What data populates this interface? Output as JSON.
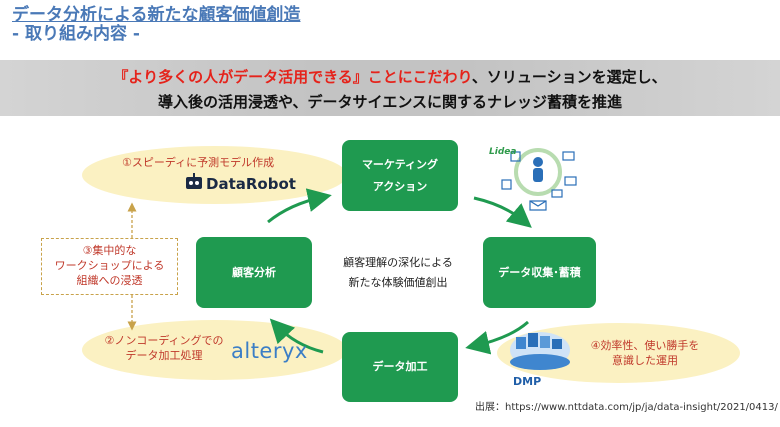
{
  "header": {
    "title": "データ分析による新たな顧客価値創造",
    "subtitle": "- 取り組み内容 -"
  },
  "banner": {
    "line1_highlight": "『より多くの人がデータ活用できる』ことにこだわり",
    "line1_rest": "、ソリューションを選定し、",
    "line2": "導入後の活用浸透や、データサイエンスに関するナレッジ蓄積を推進"
  },
  "cycle": {
    "marketing_line1": "マーケティング",
    "marketing_line2": "アクション",
    "collection": "データ収集･蓄積",
    "processing": "データ加工",
    "analysis": "顧客分析",
    "center_line1": "顧客理解の深化による",
    "center_line2": "新たな体験価値創出"
  },
  "notes": {
    "note1": "①スピーディに予測モデル作成",
    "note2_line1": "②ノンコーディングでの",
    "note2_line2": "データ加工処理",
    "note3_line1": "③集中的な",
    "note3_line2": "ワークショップによる",
    "note3_line3": "組織への浸透",
    "note4_line1": "④効率性、使い勝手を",
    "note4_line2": "意識した運用"
  },
  "logos": {
    "datarobot": "DataRobot",
    "alteryx": "alteryx",
    "dmp": "DMP",
    "lidea": "Lidea"
  },
  "source": "出展：https://www.nttdata.com/jp/ja/data-insight/2021/0413/",
  "colors": {
    "green": "#1f9a50",
    "title_blue": "#4a79b7",
    "note_red": "#c0392b",
    "oval_fill": "#fbf1c2"
  }
}
